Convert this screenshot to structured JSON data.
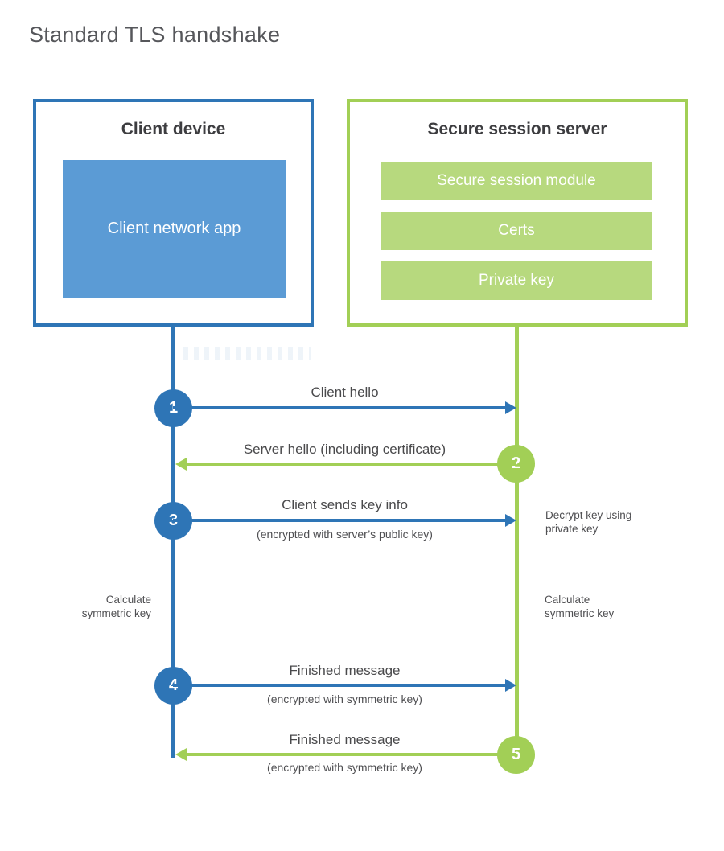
{
  "title": "Standard TLS handshake",
  "colors": {
    "blue": "#2e75b6",
    "blue_fill": "#5b9bd5",
    "green": "#a2cf56",
    "green_fill": "#b7d97e"
  },
  "client_box": {
    "title": "Client device",
    "app_label": "Client network app"
  },
  "server_box": {
    "title": "Secure session server",
    "modules": [
      "Secure session module",
      "Certs",
      "Private key"
    ]
  },
  "steps": [
    {
      "num": "1",
      "from": "client",
      "to": "server",
      "label": "Client hello"
    },
    {
      "num": "2",
      "from": "server",
      "to": "client",
      "label": "Server hello (including certificate)"
    },
    {
      "num": "3",
      "from": "client",
      "to": "server",
      "label": "Client sends key info",
      "sublabel": "(encrypted with server’s public key)"
    },
    {
      "num": "4",
      "from": "client",
      "to": "server",
      "label": "Finished message",
      "sublabel": "(encrypted with symmetric key)"
    },
    {
      "num": "5",
      "from": "server",
      "to": "client",
      "label": "Finished message",
      "sublabel": "(encrypted with symmetric key)"
    }
  ],
  "notes": {
    "decrypt": [
      "Decrypt key using",
      "private key"
    ],
    "calc_left": [
      "Calculate",
      "symmetric key"
    ],
    "calc_right": [
      "Calculate",
      "symmetric key"
    ]
  }
}
